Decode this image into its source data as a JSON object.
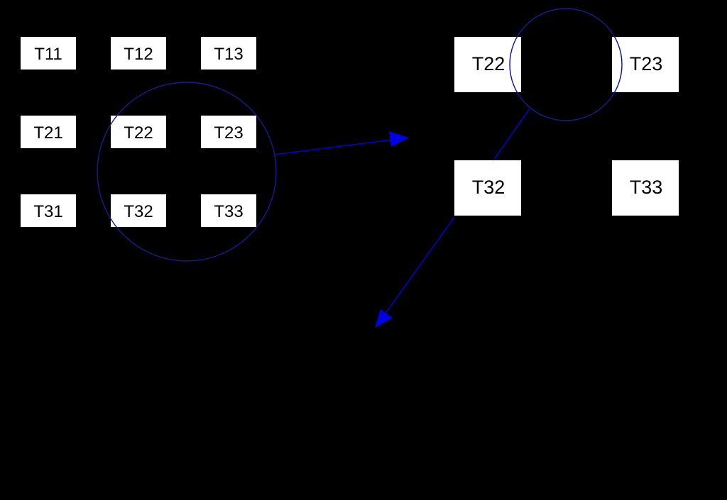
{
  "colors": {
    "background": "#000000",
    "tile_fill": "#ffffff",
    "tile_text": "#000000",
    "circle_stroke": "#1a1a8c",
    "arrow": "#0000e6"
  },
  "left_grid": {
    "tiles": [
      {
        "label": "T11"
      },
      {
        "label": "T12"
      },
      {
        "label": "T13"
      },
      {
        "label": "T21"
      },
      {
        "label": "T22"
      },
      {
        "label": "T23"
      },
      {
        "label": "T31"
      },
      {
        "label": "T32"
      },
      {
        "label": "T33"
      }
    ]
  },
  "right_grid": {
    "tiles": [
      {
        "label": "T22"
      },
      {
        "label": "T23"
      },
      {
        "label": "T32"
      },
      {
        "label": "T33"
      }
    ]
  }
}
